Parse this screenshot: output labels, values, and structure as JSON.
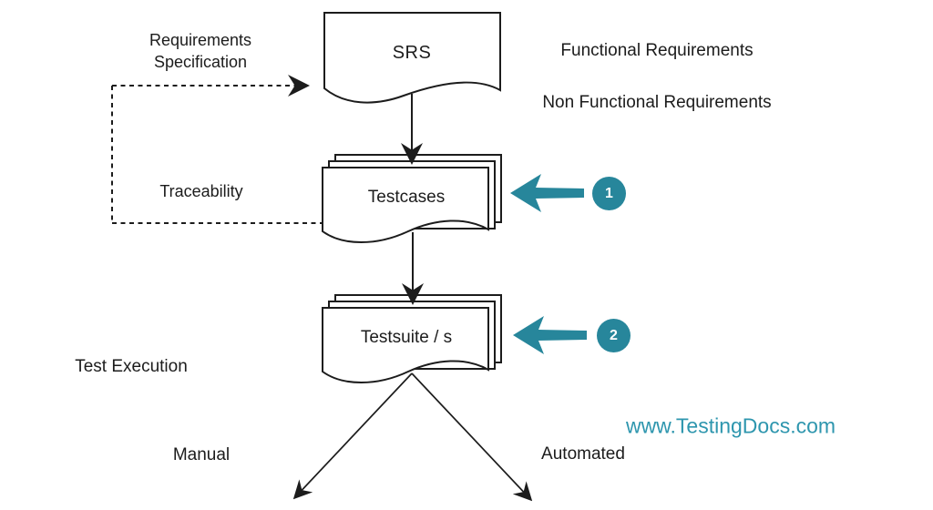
{
  "diagram": {
    "nodes": {
      "srs": {
        "label": "SRS"
      },
      "testcases": {
        "label": "Testcases"
      },
      "testsuite": {
        "label": "Testsuite / s"
      }
    },
    "labels": {
      "requirements_spec_line1": "Requirements",
      "requirements_spec_line2": "Specification",
      "functional": "Functional Requirements",
      "non_functional": "Non Functional Requirements",
      "traceability": "Traceability",
      "test_execution": "Test Execution",
      "manual": "Manual",
      "automated": "Automated"
    },
    "badges": [
      {
        "value": "1"
      },
      {
        "value": "2"
      }
    ],
    "colors": {
      "accent_teal": "#27869B",
      "watermark_teal": "#2E96AE",
      "ink": "#1C1C1C"
    }
  },
  "watermark": {
    "text": "www.TestingDocs.com"
  }
}
